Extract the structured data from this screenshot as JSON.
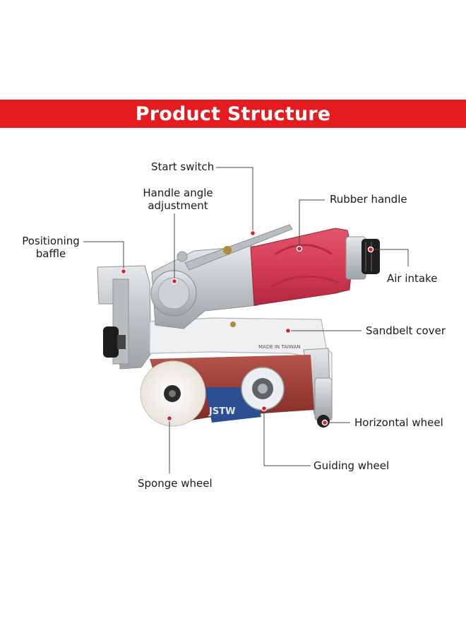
{
  "header": {
    "title": "Product Structure"
  },
  "colors": {
    "banner": "#e41c1f",
    "handle_red": "#d8354e",
    "metal": "#c9ccd0",
    "belt": "#a03a32",
    "leader_line": "#444444",
    "marker": "#e41c1f"
  },
  "labels": {
    "start_switch": "Start switch",
    "handle_angle_line1": "Handle angle",
    "handle_angle_line2": "adjustment",
    "rubber_handle": "Rubber handle",
    "positioning_line1": "Positioning",
    "positioning_line2": "baffle",
    "air_intake": "Air intake",
    "sandbelt_cover": "Sandbelt cover",
    "horizontal_wheel": "Horizontal wheel",
    "guiding_wheel": "Guiding wheel",
    "sponge_wheel": "Sponge wheel"
  },
  "product_marks": {
    "cover_stamp": "MADE IN TAIWAN",
    "belt_brand": "JSTW"
  }
}
